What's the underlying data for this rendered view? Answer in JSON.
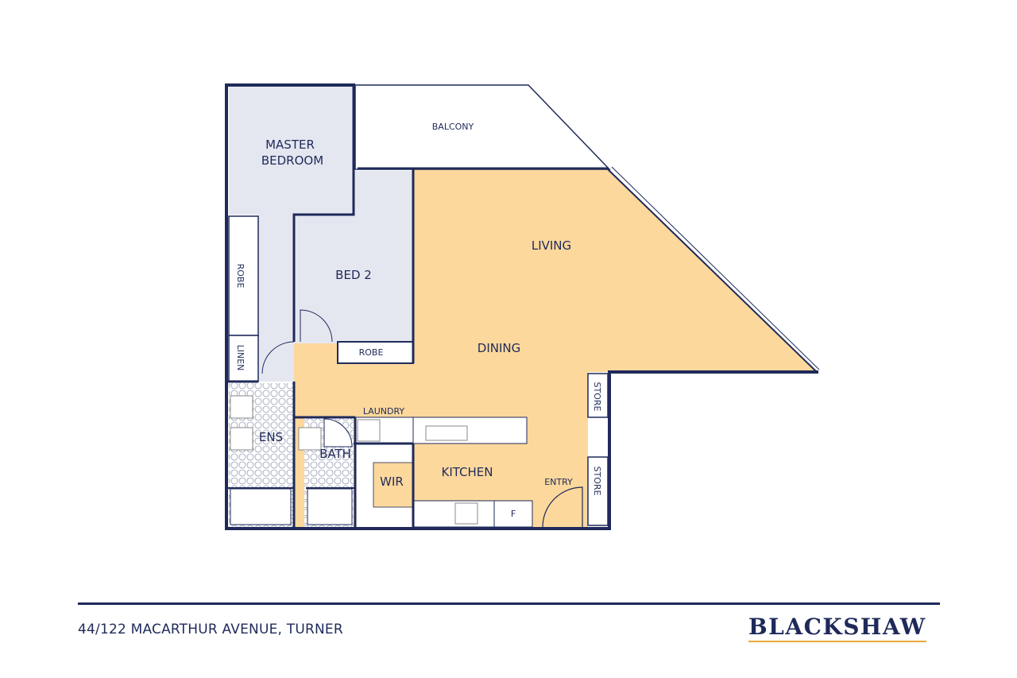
{
  "rooms": {
    "master_bedroom_1": "MASTER",
    "master_bedroom_2": "BEDROOM",
    "balcony": "BALCONY",
    "living": "LIVING",
    "bed2": "BED 2",
    "robe_master": "ROBE",
    "linen": "LINEN",
    "robe_bed2": "ROBE",
    "dining": "DINING",
    "laundry": "LAUNDRY",
    "ens": "ENS",
    "bath": "BATH",
    "wir": "WIR",
    "kitchen": "KITCHEN",
    "entry": "ENTRY",
    "store_1": "STORE",
    "store_2": "STORE",
    "fridge": "F"
  },
  "footer": {
    "address": "44/122 MACARTHUR AVENUE, TURNER",
    "brand": "BLACKSHAW"
  },
  "colors": {
    "wall": "#1f2a5a",
    "living_fill": "#fcd89c",
    "bedroom_fill": "#e5e7f0",
    "accent": "#e8a93a"
  }
}
